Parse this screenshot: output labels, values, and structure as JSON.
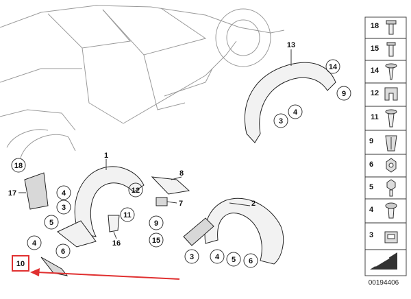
{
  "callouts": [
    "18",
    "17",
    "4",
    "3",
    "5",
    "4",
    "10",
    "6",
    "1",
    "12",
    "11",
    "16",
    "8",
    "7",
    "9",
    "15",
    "13",
    "14",
    "9",
    "4",
    "3",
    "2",
    "3",
    "4",
    "5",
    "6"
  ],
  "sidebar": [
    "18",
    "15",
    "14",
    "12",
    "11",
    "9",
    "6",
    "5",
    "4",
    "3"
  ],
  "diagram_number": "00194406",
  "highlight_color": "#e03030"
}
